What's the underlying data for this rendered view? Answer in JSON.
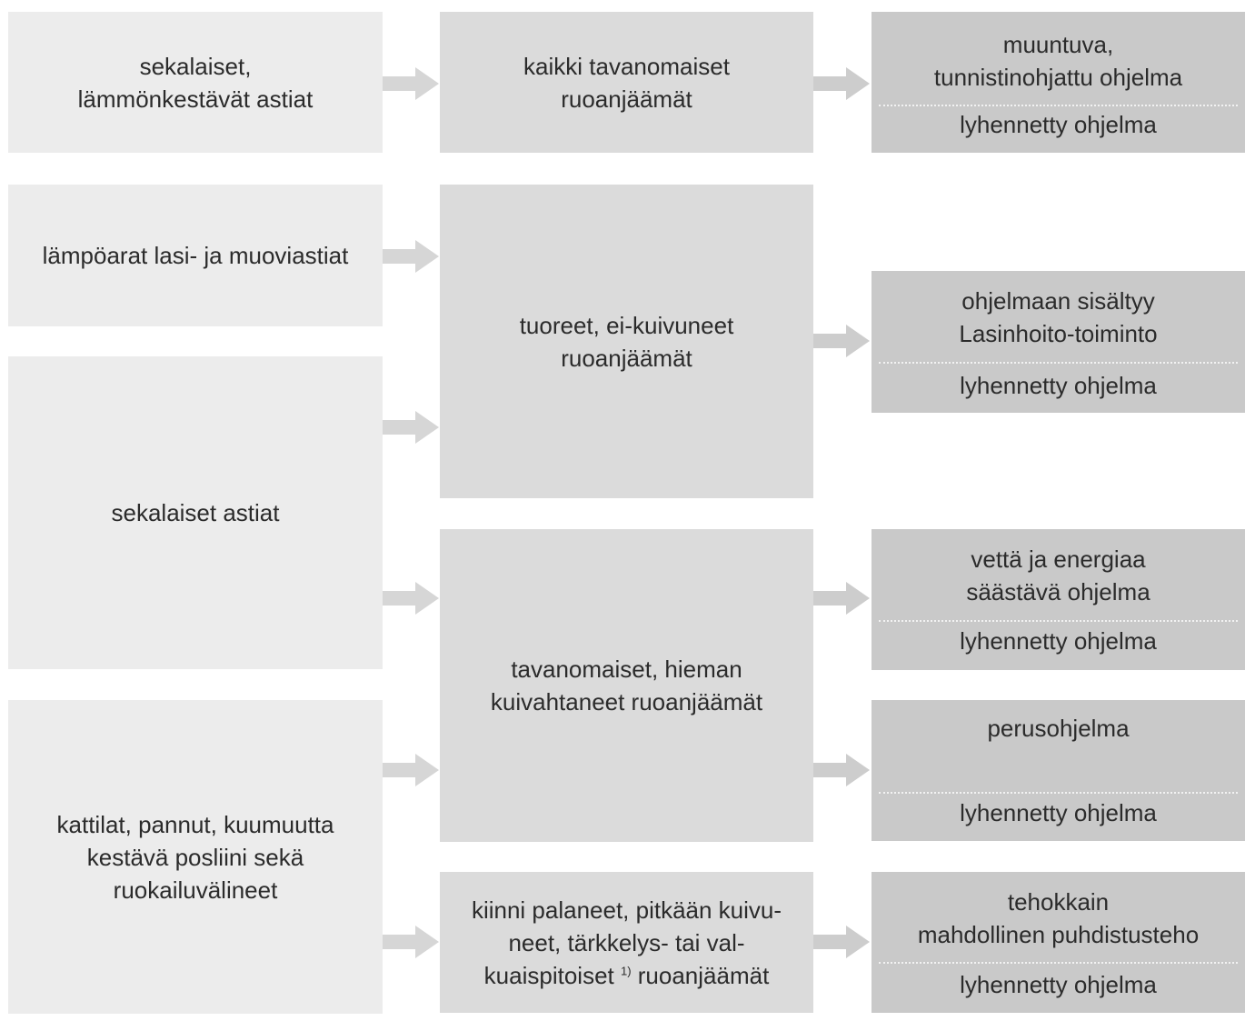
{
  "dishes": [
    {
      "lines": [
        "sekalaiset,",
        "lämmönkestävät astiat"
      ]
    },
    {
      "lines": [
        "lämpöarat lasi- ja muoviastiat"
      ]
    },
    {
      "lines": [
        "sekalaiset astiat"
      ]
    },
    {
      "lines": [
        "kattilat, pannut, kuumuutta",
        "kestävä posliini sekä",
        "ruokailuvälineet"
      ]
    }
  ],
  "soiling": [
    {
      "lines": [
        "kaikki tavanomaiset",
        "ruoanjäämät"
      ]
    },
    {
      "lines": [
        "tuoreet, ei-kuivuneet",
        "ruoanjäämät"
      ]
    },
    {
      "lines": [
        "tavanomaiset, hieman",
        "kuivahtaneet ruoanjäämät"
      ]
    },
    {
      "lines": [
        "kiinni palaneet, pitkään kuivu-",
        "neet, tärkkelys- tai val-"
      ],
      "last_a": "kuaispitoiset ",
      "footnote": "1)",
      "last_b": " ruoanjäämät"
    }
  ],
  "programs": [
    {
      "lines": [
        "muuntuva,",
        "tunnistinohjattu ohjelma"
      ],
      "short": "lyhennetty ohjelma"
    },
    {
      "lines": [
        "ohjelmaan sisältyy",
        "Lasinhoito-toiminto"
      ],
      "short": "lyhennetty ohjelma"
    },
    {
      "lines": [
        "vettä ja energiaa",
        "säästävä ohjelma"
      ],
      "short": "lyhennetty ohjelma"
    },
    {
      "lines": [
        "perusohjelma"
      ],
      "short": "lyhennetty ohjelma"
    },
    {
      "lines": [
        "tehokkain",
        "mahdollinen puhdistusteho"
      ],
      "short": "lyhennetty ohjelma"
    }
  ],
  "colors": {
    "dishes_fill": "#ececec",
    "soiling_fill": "#dbdbdb",
    "program_fill": "#c9c9c9",
    "arrow_fill": "#d6d6d6"
  }
}
